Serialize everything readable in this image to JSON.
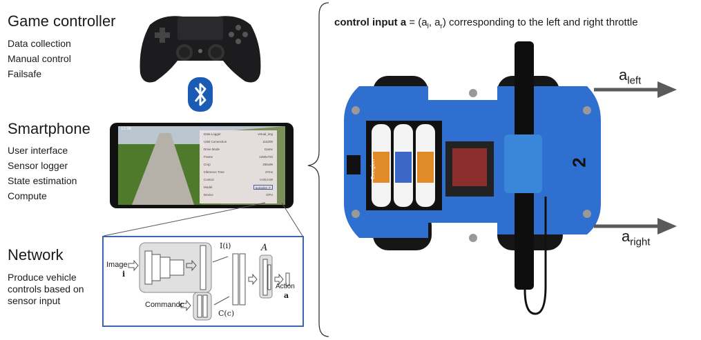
{
  "sections": {
    "game_controller": {
      "title": "Game controller",
      "items": [
        "Data collection",
        "Manual control",
        "Failsafe"
      ]
    },
    "smartphone": {
      "title": "Smartphone",
      "items": [
        "User interface",
        "Sensor logger",
        "State estimation",
        "Compute"
      ]
    },
    "network": {
      "title": "Network",
      "description_lines": [
        "Produce vehicle",
        "controls based on",
        "sensor input"
      ]
    }
  },
  "phone_ui": {
    "status_time": "12:38",
    "rows": [
      {
        "label": "Data Logger",
        "value": "virtual_img"
      },
      {
        "label": "USB Connection",
        "value": "115200"
      },
      {
        "label": "Drive Mode",
        "value": "Game"
      },
      {
        "label": "Frame",
        "value": "1280x720"
      },
      {
        "label": "Crop",
        "value": "256x96"
      },
      {
        "label": "Inference Time",
        "value": "27ms"
      },
      {
        "label": "Control",
        "value": "0.00,0.00"
      },
      {
        "label": "Model",
        "value": "autopilot_F"
      },
      {
        "label": "Device",
        "value": "GPU"
      }
    ]
  },
  "network_diagram": {
    "image_label": "Image",
    "image_symbol": "i",
    "command_label": "Command",
    "command_symbol": "c",
    "I_label": "I(i)",
    "C_label": "C(c)",
    "A_label": "A",
    "action_label": "Action",
    "action_symbol": "a"
  },
  "robot": {
    "headline_bold": "control input a",
    "headline_rest": " = (a",
    "headline_sub_l": "l",
    "headline_mid": ", a",
    "headline_sub_r": "r",
    "headline_end": ") corresponding to the left and right throttle",
    "arrow_left_main": "a",
    "arrow_left_sub": "left",
    "arrow_right_main": "a",
    "arrow_right_sub": "right",
    "car_number": "2",
    "battery_brand": "Energizer"
  },
  "colors": {
    "network_border": "#3a64b3",
    "robot_blue": "#2f6fd0",
    "bluetooth_blue": "#1a5bb5"
  }
}
